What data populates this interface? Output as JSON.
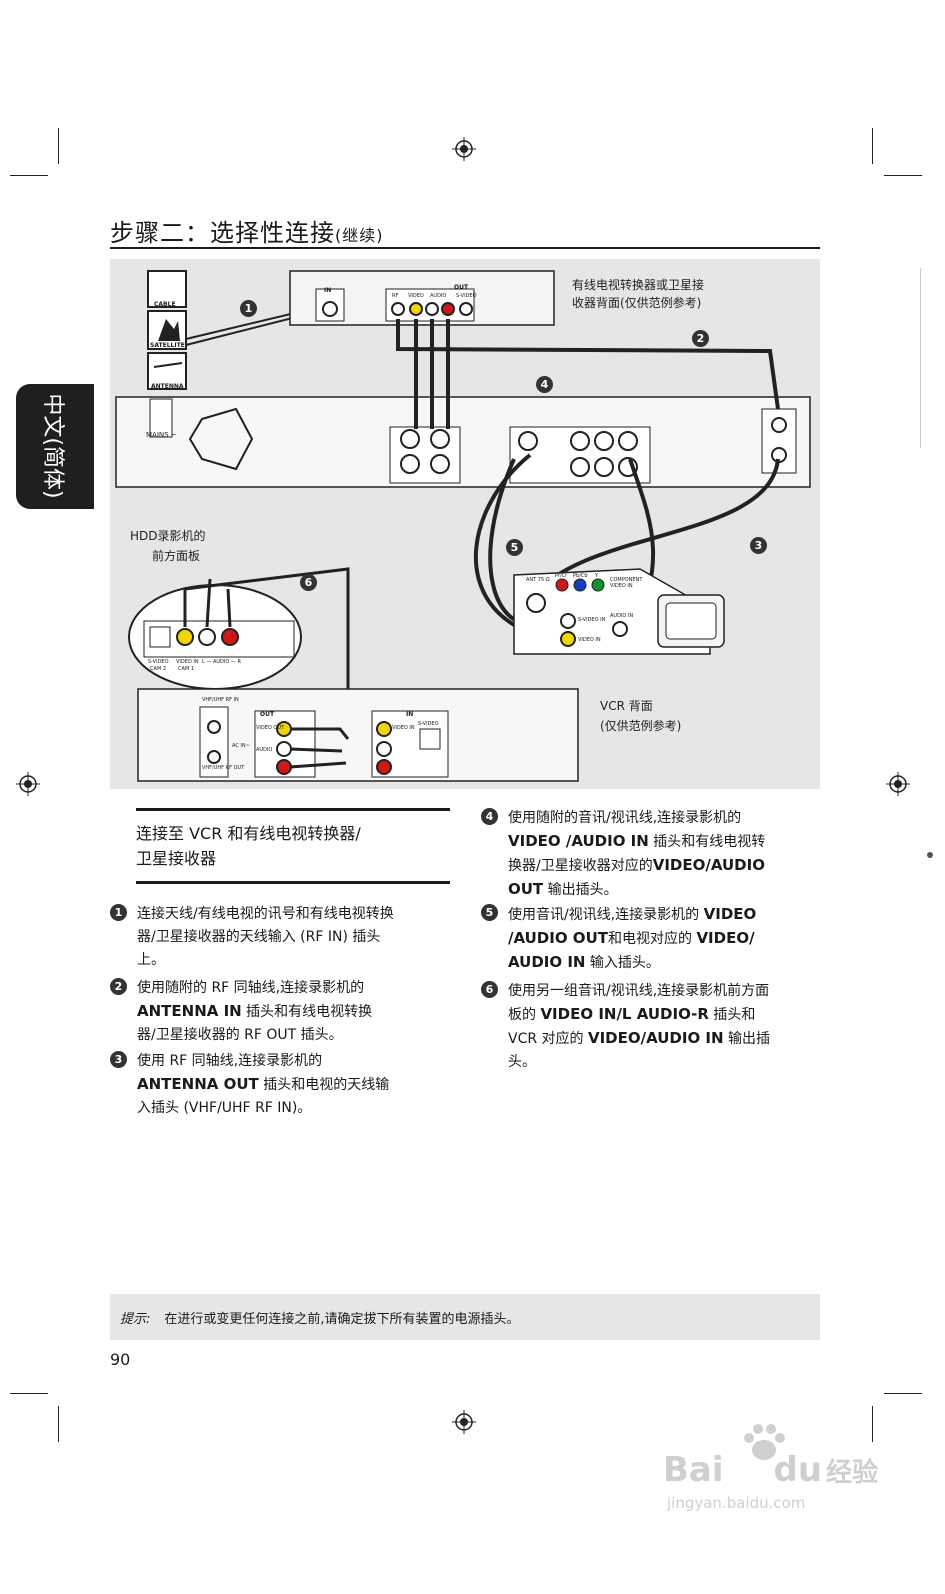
{
  "page": {
    "title": "步骤二：选择性连接",
    "title_suffix": "(继续)",
    "side_tab": "中文(简体)",
    "page_number": "90"
  },
  "diagram": {
    "box_labels": [
      "CABLE",
      "SATELLITE",
      "ANTENNA"
    ],
    "mains_label": "MAINS ~",
    "cable_box_caption": [
      "有线电视转换器或卫星接",
      "收器背面(仅供范例参考)"
    ],
    "cable_box_labels": {
      "in": "IN",
      "out": "OUT",
      "rf": "RF",
      "video": "VIDEO",
      "audio": "AUDIO",
      "svideo": "S-VIDEO"
    },
    "hdd_front_caption": [
      "HDD录影机的",
      "前方面板"
    ],
    "vcr_caption": [
      "VCR 背面",
      "(仅供范例参考)"
    ],
    "markers": [
      "1",
      "2",
      "3",
      "4",
      "5",
      "6"
    ],
    "front_panel_labels": [
      "S-VIDEO",
      "CAM 2",
      "VIDEO IN",
      "CAM 1",
      "L — AUDIO — R"
    ],
    "vcr_labels": {
      "vhf_in": "VHF/UHF RF IN",
      "vhf_out": "VHF/UHF RF OUT",
      "out": "OUT",
      "in": "IN",
      "video_out": "VIDEO OUT",
      "audio": "AUDIO",
      "svideo": "S-VIDEO",
      "video_in": "VIDEO IN",
      "ac_in": "AC IN~"
    },
    "tv_labels": [
      "ANT 75 Ω",
      "Pr/Cr",
      "Pb/Cb",
      "Y",
      "COMPONENT VIDEO IN",
      "S-VIDEO IN",
      "AUDIO IN",
      "VIDEO IN"
    ]
  },
  "section": {
    "heading": [
      "连接至 VCR 和有线电视转换器/",
      "卫星接收器"
    ]
  },
  "steps_left": [
    {
      "num": "1",
      "lines": [
        "连接天线/有线电视的讯号和有线电视转换",
        "器/卫星接收器的天线输入 (RF IN) 插头",
        "上。"
      ]
    },
    {
      "num": "2",
      "parts": [
        "使用随附的 RF 同轴线,连接录影机的",
        "ANTENNA IN",
        " 插头和有线电视转换",
        "器/卫星接收器的 RF OUT 插头。"
      ]
    },
    {
      "num": "3",
      "parts": [
        "使用 RF 同轴线,连接录影机的",
        "ANTENNA OUT",
        " 插头和电视的天线输",
        "入插头 (VHF/UHF RF IN)。"
      ]
    }
  ],
  "steps_right": [
    {
      "num": "4",
      "parts": [
        "使用随附的音讯/视讯线,连接录影机的",
        "VIDEO /AUDIO IN",
        " 插头和有线电视转",
        "换器/卫星接收器对应的",
        "VIDEO/AUDIO",
        "OUT",
        " 输出插头。"
      ]
    },
    {
      "num": "5",
      "parts": [
        "使用音讯/视讯线,连接录影机的 ",
        "VIDEO",
        "/AUDIO OUT",
        "和电视对应的 ",
        "VIDEO/",
        "AUDIO IN",
        " 输入插头。"
      ]
    },
    {
      "num": "6",
      "parts": [
        "使用另一组音讯/视讯线,连接录影机前方面",
        "板的 ",
        "VIDEO IN/L  AUDIO-R",
        " 插头和",
        "VCR 对应的 ",
        "VIDEO/AUDIO IN",
        " 输出插",
        "头。"
      ]
    }
  ],
  "tip": {
    "label": "提示:",
    "text": "在进行或变更任何连接之前,请确定拔下所有装置的电源插头。"
  },
  "watermark": {
    "brand": "Bai",
    "brand2": "du",
    "cn": "经验",
    "url": "jingyan.baidu.com"
  }
}
